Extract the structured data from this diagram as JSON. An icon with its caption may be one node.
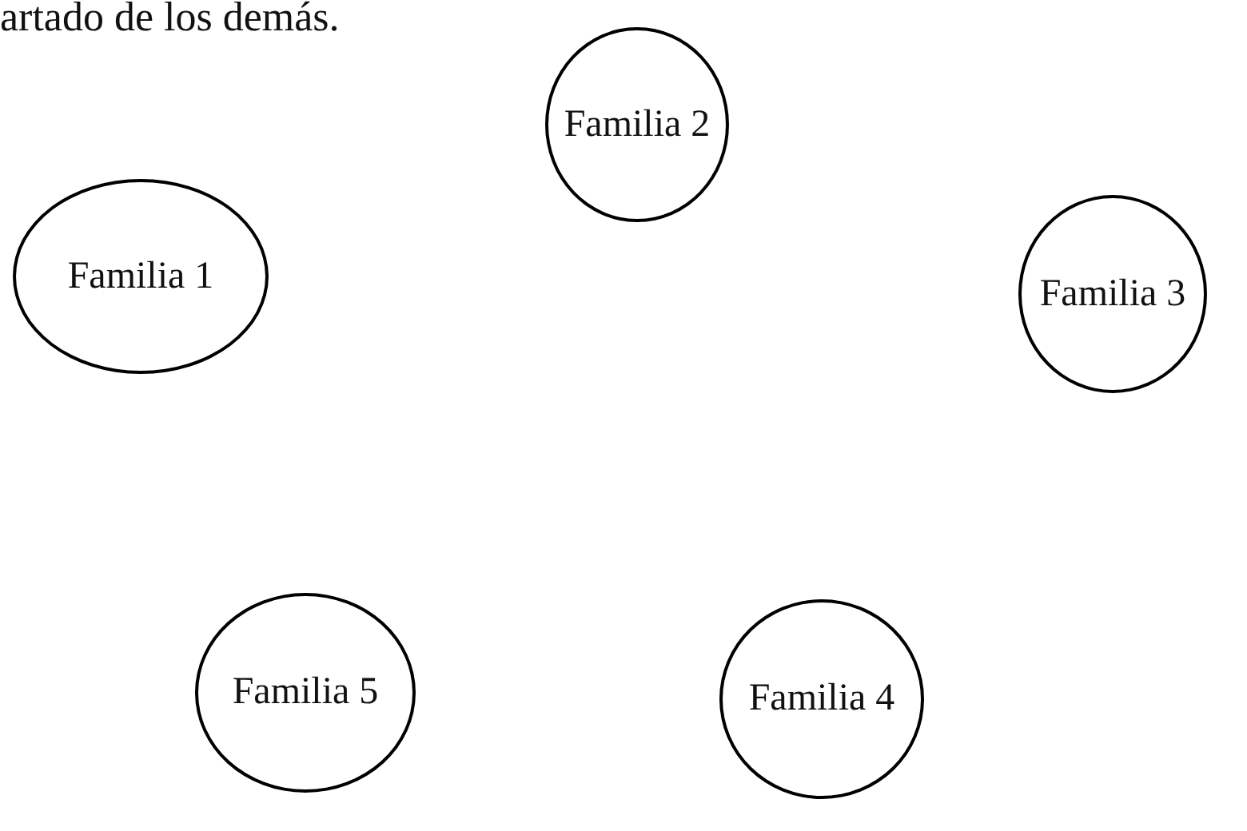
{
  "diagram": {
    "nodes": [
      {
        "text": [
          "Familia 2"
        ]
      },
      {
        "text": [
          "Familia 1"
        ]
      },
      {
        "text": [
          "Familia 3"
        ]
      },
      {
        "text": [
          "Familia 5"
        ]
      },
      {
        "text": [
          "Familia 4"
        ]
      }
    ],
    "labels": [
      "artado de los demás."
    ]
  }
}
